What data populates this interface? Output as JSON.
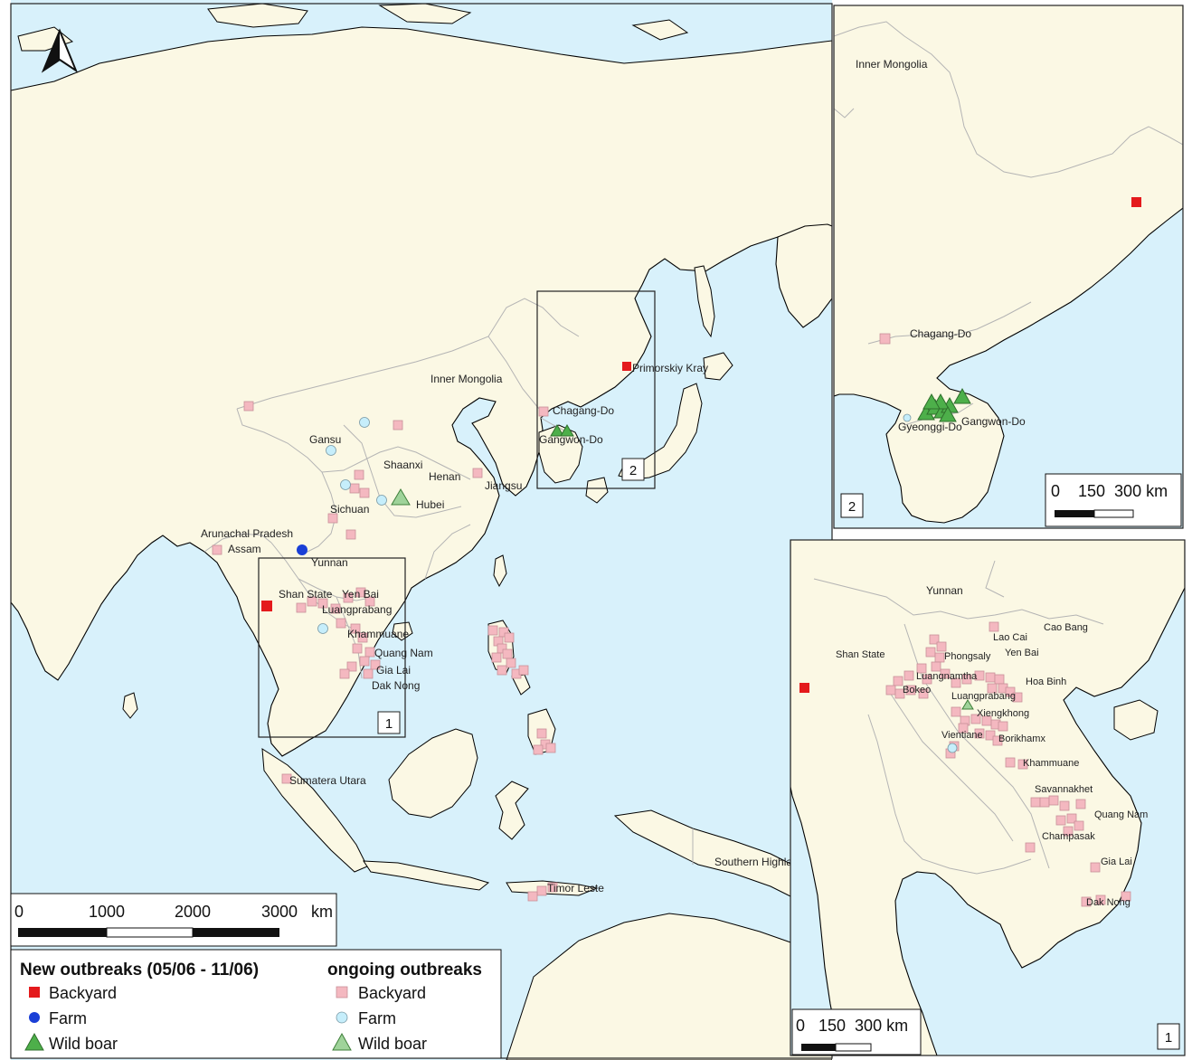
{
  "map": {
    "colors": {
      "sea": "#d8f1fb",
      "land": "#fbf8e4",
      "border": "#b4b4b4",
      "backyard_new": "#e41a1c",
      "farm_new": "#1a3fd6",
      "wildboar_new": "#4daf4a",
      "backyard_ongoing": "#f4b8c0",
      "farm_ongoing": "#c6eefb",
      "wildboar_ongoing": "#9fd39a"
    },
    "main_labels": [
      "Inner Mongolia",
      "Gansu",
      "Shaanxi",
      "Henan",
      "Jiangsu",
      "Hubei",
      "Sichuan",
      "Arunachal Pradesh",
      "Assam",
      "Yunnan",
      "Shan State",
      "Yen Bai",
      "Luangprabang",
      "Khammuane",
      "Quang Nam",
      "Gia Lai",
      "Dak Nong",
      "Primorskiy Kray",
      "Chagang-Do",
      "Gangwon-Do",
      "Sumatera Utara",
      "Timor Leste",
      "Southern Highla"
    ],
    "inset2_labels": [
      "Inner Mongolia",
      "Chagang-Do",
      "Gyeonggi-Do",
      "Gangwon-Do"
    ],
    "inset1_labels": [
      "Yunnan",
      "Cao Bang",
      "Lao Cai",
      "Shan State",
      "Phongsaly",
      "Yen Bai",
      "Luangnamtha",
      "Hoa Binh",
      "Bokeo",
      "Luangprabang",
      "Xiengkhong",
      "Vientiane",
      "Borikhamx",
      "Khammuane",
      "Savannakhet",
      "Quang Nam",
      "Champasak",
      "Gia Lai",
      "Dak Nong"
    ],
    "box_numbers": [
      "1",
      "2"
    ],
    "inset_numbers": [
      "2",
      "1"
    ]
  },
  "scalebar_main": {
    "ticks": [
      "0",
      "1000",
      "2000",
      "3000"
    ],
    "unit": "km"
  },
  "scalebar_inset2": {
    "text": "0    150  300 km"
  },
  "scalebar_inset1": {
    "text": "0   150  300 km"
  },
  "legend": {
    "new_title": "New outbreaks (05/06 - 11/06)",
    "ongoing_title": "ongoing outbreaks",
    "new_items": [
      "Backyard",
      "Farm",
      "Wild boar"
    ],
    "ongoing_items": [
      "Backyard",
      "Farm",
      "Wild boar"
    ]
  }
}
